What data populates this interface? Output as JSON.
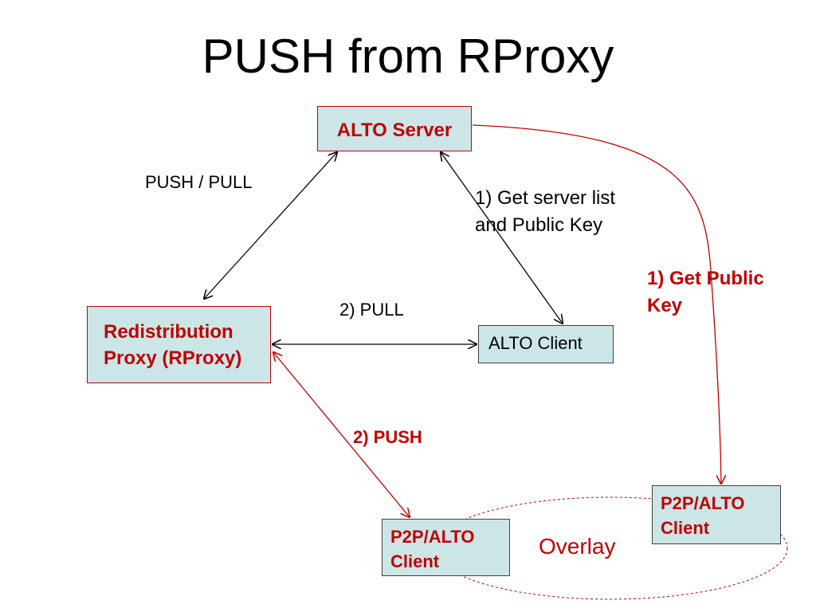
{
  "slide": {
    "title": "PUSH from RProxy"
  },
  "nodes": {
    "alto_server": "ALTO Server",
    "rproxy_line1": "Redistribution",
    "rproxy_line2": "Proxy (RProxy)",
    "alto_client": "ALTO Client",
    "p2p_left_line1": "P2P/ALTO",
    "p2p_left_line2": "Client",
    "p2p_right_line1": "P2P/ALTO",
    "p2p_right_line2": "Client"
  },
  "labels": {
    "push_pull": "PUSH / PULL",
    "get_server_line1": "1) Get server list",
    "get_server_line2": "and Public Key",
    "get_public_line1": "1) Get Public",
    "get_public_line2": "Key",
    "pull": "2) PULL",
    "push": "2) PUSH",
    "overlay": "Overlay"
  },
  "colors": {
    "accent_red": "#c00000",
    "box_fill": "#cce6e8",
    "black": "#000000"
  }
}
